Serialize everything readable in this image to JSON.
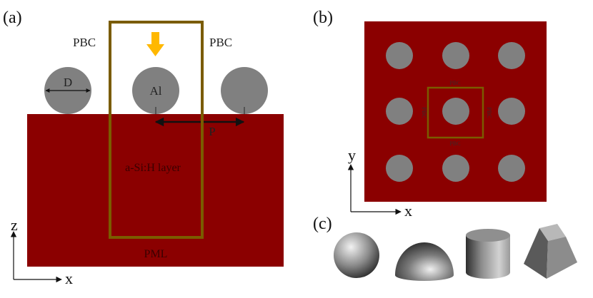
{
  "panels": {
    "a": "(a)",
    "b": "(b)",
    "c": "(c)"
  },
  "panel_a": {
    "pbc_left": "PBC",
    "pbc_right": "PBC",
    "diameter_label": "D",
    "particle_label": "Al",
    "period_label": "P",
    "layer_label": "a-Si:H layer",
    "pml_label": "PML",
    "axis_vertical": "z",
    "axis_horizontal": "x"
  },
  "panel_b": {
    "pbc_top": "PBC",
    "pbc_bottom": "PBC",
    "pbc_left": "PBC",
    "pbc_right": "PBC",
    "axis_vertical": "y",
    "axis_horizontal": "x"
  },
  "panel_c": {
    "shapes": [
      "sphere",
      "hemisphere",
      "cylinder",
      "truncated-pyramid"
    ]
  },
  "colors": {
    "substrate": "#8b0000",
    "particle": "#808080",
    "unit_cell": "#7a5c00",
    "incident_arrow": "#ffb800"
  }
}
